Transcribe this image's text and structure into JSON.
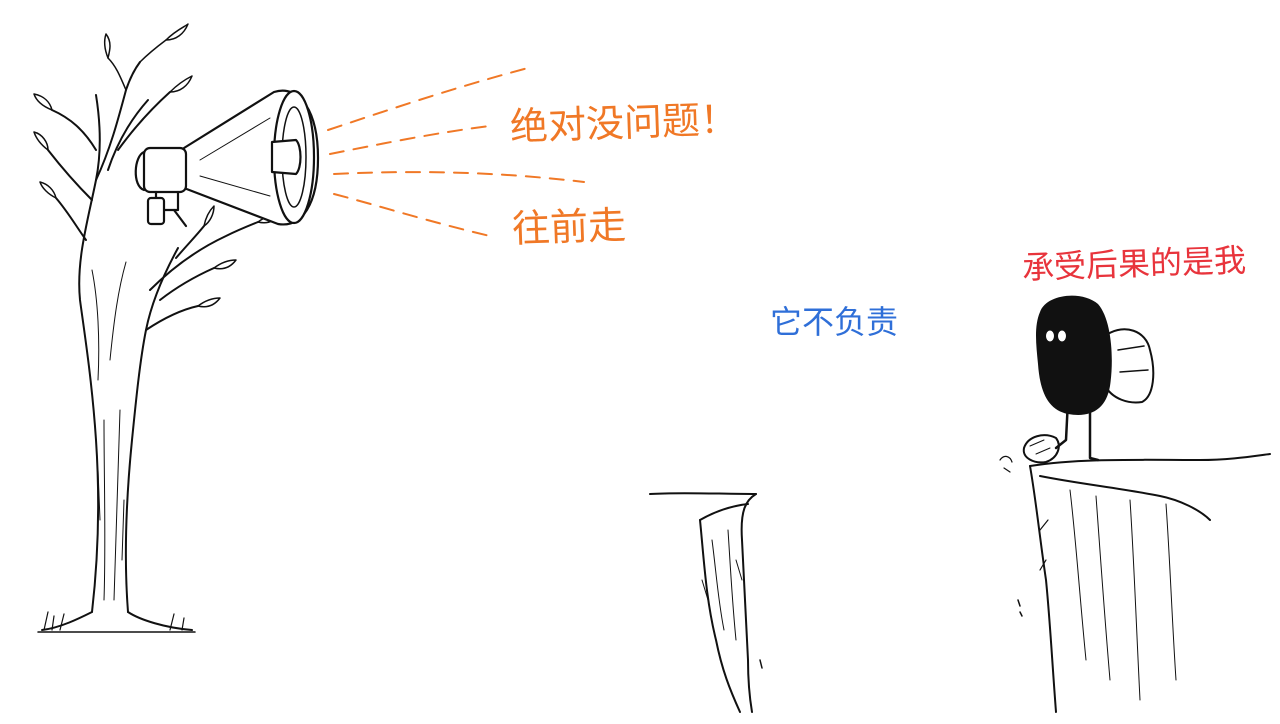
{
  "texts": {
    "shout_1": "绝对没问题！",
    "shout_2": "往前走",
    "not_responsible": "它不负责",
    "consequences": "承受后果的是我"
  },
  "colors": {
    "shout": "#f07826",
    "not_responsible": "#2f6fd8",
    "consequences": "#e8343c",
    "ink": "#111111"
  },
  "icons": {
    "speaker": "megaphone-icon",
    "character": "black-blob-backpacker"
  }
}
